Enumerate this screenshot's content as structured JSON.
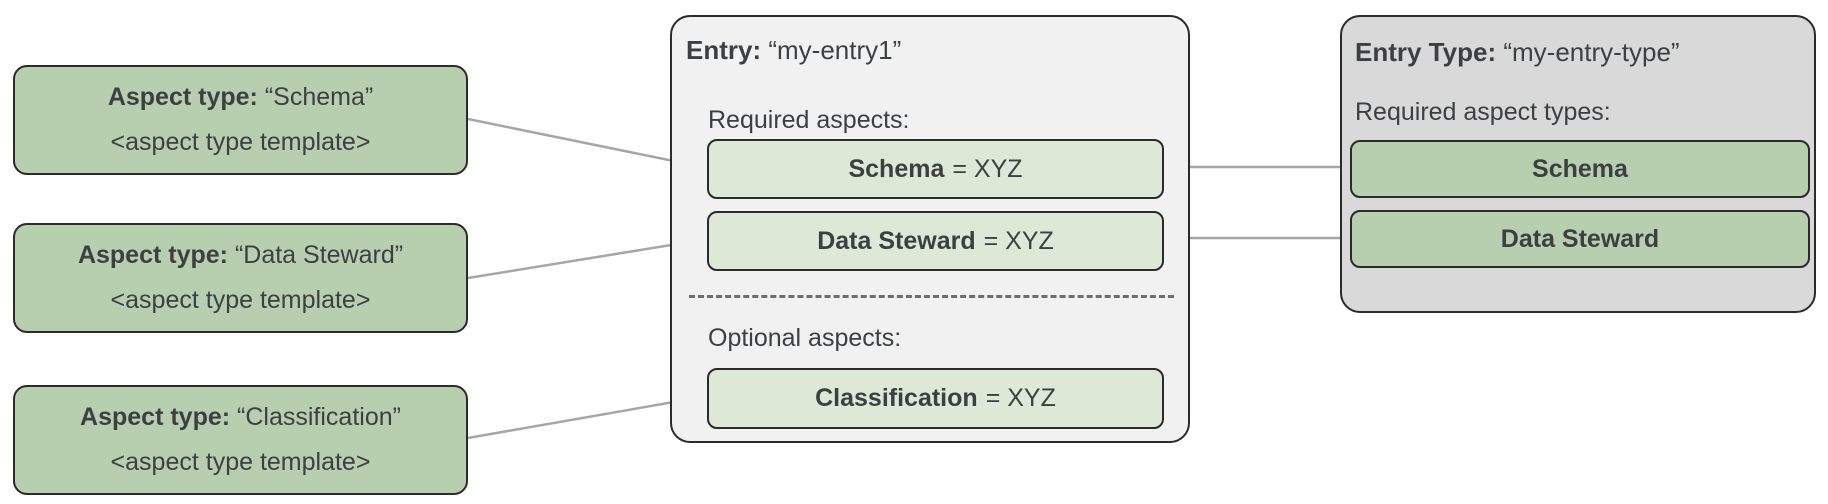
{
  "aspect_type_boxes": [
    {
      "label": "Aspect type:",
      "name": "“Schema”",
      "template": "<aspect type template>"
    },
    {
      "label": "Aspect type:",
      "name": "“Data Steward”",
      "template": "<aspect type template>"
    },
    {
      "label": "Aspect type:",
      "name": "“Classification”",
      "template": "<aspect type template>"
    }
  ],
  "entry": {
    "label": "Entry:",
    "name": "“my-entry1”",
    "required_heading": "Required aspects:",
    "required_aspects": [
      {
        "name": "Schema",
        "value": "= XYZ"
      },
      {
        "name": "Data Steward",
        "value": "= XYZ"
      }
    ],
    "optional_heading": "Optional aspects:",
    "optional_aspects": [
      {
        "name": "Classification",
        "value": "= XYZ"
      }
    ]
  },
  "entry_type": {
    "label": "Entry Type:",
    "name": "“my-entry-type”",
    "required_heading": "Required aspect types:",
    "required_aspect_types": [
      {
        "name": "Schema"
      },
      {
        "name": "Data Steward"
      }
    ]
  },
  "colors": {
    "aspect_green": "#b7cfae",
    "aspect_green_light": "#dde8d6",
    "entry_background": "#f1f1f1",
    "entry_type_background": "#d9d9d9",
    "border": "#2b2b2b",
    "text": "#3c4043",
    "connector_line": "#a6a6a6",
    "dashed_separator": "#6e6e6e"
  }
}
